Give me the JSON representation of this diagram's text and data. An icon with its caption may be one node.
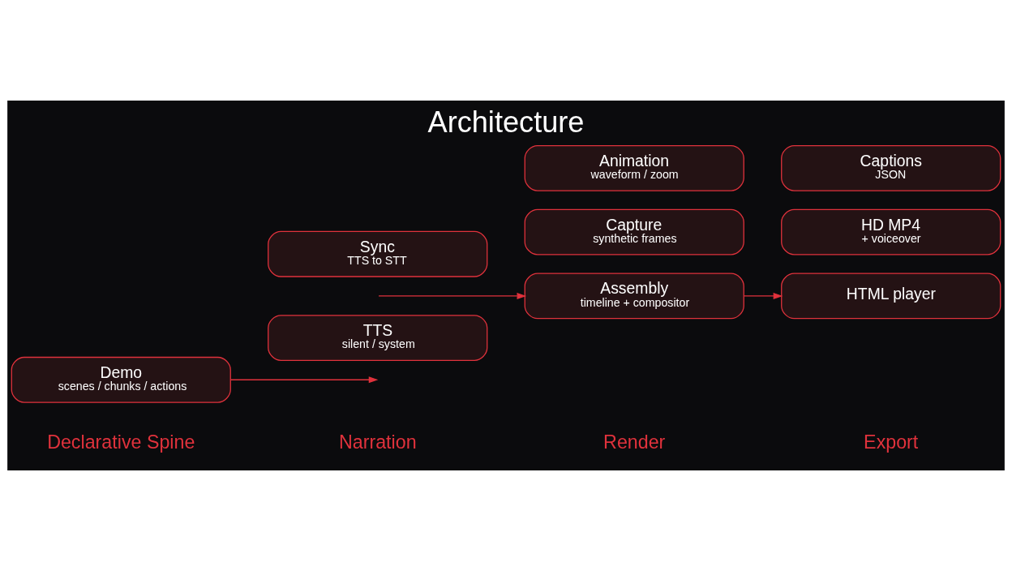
{
  "diagram": {
    "title": "Architecture",
    "nodes": [
      {
        "text": [
          "Demo",
          "scenes / chunks / actions"
        ]
      },
      {
        "text": [
          "TTS",
          "silent / system"
        ]
      },
      {
        "text": [
          "Sync",
          "TTS to STT"
        ]
      },
      {
        "text": [
          "Capture",
          "synthetic frames"
        ]
      },
      {
        "text": [
          "Assembly",
          "timeline + compositor"
        ]
      },
      {
        "text": [
          "Animation",
          "waveform / zoom"
        ]
      },
      {
        "text": [
          "HD MP4",
          "+ voiceover"
        ]
      },
      {
        "text": [
          "HTML player"
        ]
      },
      {
        "text": [
          "Captions",
          "JSON"
        ]
      }
    ],
    "edges": [
      {
        "from": 0,
        "to": null,
        "arrow": "to"
      },
      {
        "from": null,
        "to": 4,
        "arrow": "to"
      },
      {
        "from": 4,
        "to": 7,
        "arrow": "to"
      }
    ],
    "labels": [
      "Declarative Spine",
      "Narration",
      "Render",
      "Export"
    ]
  }
}
